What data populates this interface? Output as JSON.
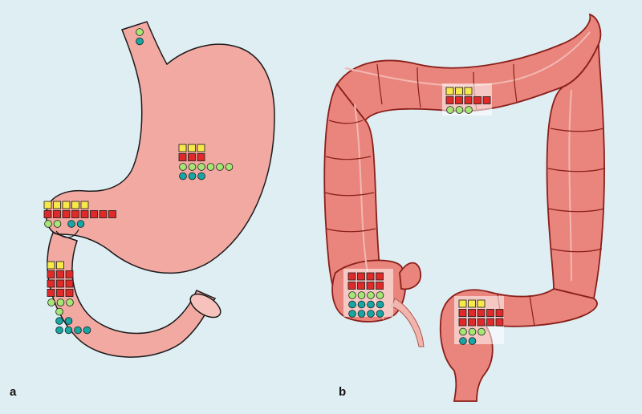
{
  "panels": [
    {
      "id": "a",
      "label": "a",
      "organ": "stomach"
    },
    {
      "id": "b",
      "label": "b",
      "organ": "colon"
    }
  ],
  "colors": {
    "background": "#dfeef3",
    "stomach_fill": "#f2a9a2",
    "colon_fill": "#e9857c",
    "colon_outline": "#8a1f1a",
    "yellow_square": "#f7e94a",
    "red_square": "#e02a2a",
    "light_green_circle": "#a6e675",
    "teal_circle": "#16a6a4",
    "mark_outline": "#1a1a1a",
    "highlight_box": "#ffffff"
  },
  "marker_clusters": [
    {
      "organ": "stomach",
      "site": "esophagus",
      "yellow_squares": 0,
      "red_squares": 0,
      "light_green_circles": 1,
      "teal_circles": 1
    },
    {
      "organ": "stomach",
      "site": "body",
      "yellow_squares": 3,
      "red_squares": 3,
      "light_green_circles": 6,
      "teal_circles": 3
    },
    {
      "organ": "stomach",
      "site": "antrum",
      "yellow_squares": 5,
      "red_squares": 8,
      "light_green_circles": 2,
      "teal_circles": 2
    },
    {
      "organ": "stomach",
      "site": "duodenum",
      "yellow_squares": 2,
      "red_squares": 9,
      "light_green_circles": 4,
      "teal_circles": 6
    },
    {
      "organ": "colon",
      "site": "transverse",
      "yellow_squares": 3,
      "red_squares": 5,
      "light_green_circles": 3,
      "teal_circles": 0
    },
    {
      "organ": "colon",
      "site": "cecum",
      "yellow_squares": 0,
      "red_squares": 8,
      "light_green_circles": 4,
      "teal_circles": 8
    },
    {
      "organ": "colon",
      "site": "sigmoid",
      "yellow_squares": 3,
      "red_squares": 10,
      "light_green_circles": 3,
      "teal_circles": 2
    }
  ]
}
